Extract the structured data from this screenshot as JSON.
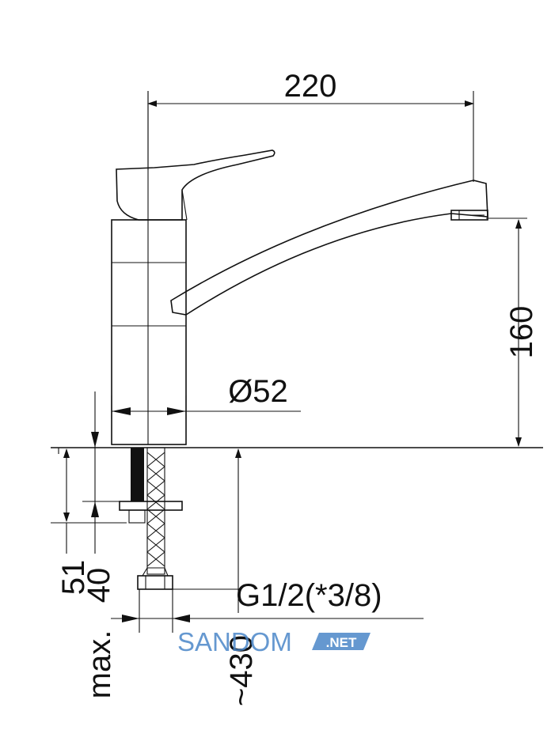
{
  "drawing": {
    "dim_width": "220",
    "dim_height": "160",
    "dim_diameter": "Ø52",
    "dim_51": "51",
    "dim_40": "40",
    "dim_max": "max.",
    "dim_430": "~430",
    "thread": "G1/2(*3/8)"
  },
  "watermark": {
    "brand": "SANDOM",
    "suffix": ".NET",
    "colors": {
      "brand": "#4a86c8",
      "badge": "#4a86c8",
      "badge_text": "#ffffff"
    }
  }
}
